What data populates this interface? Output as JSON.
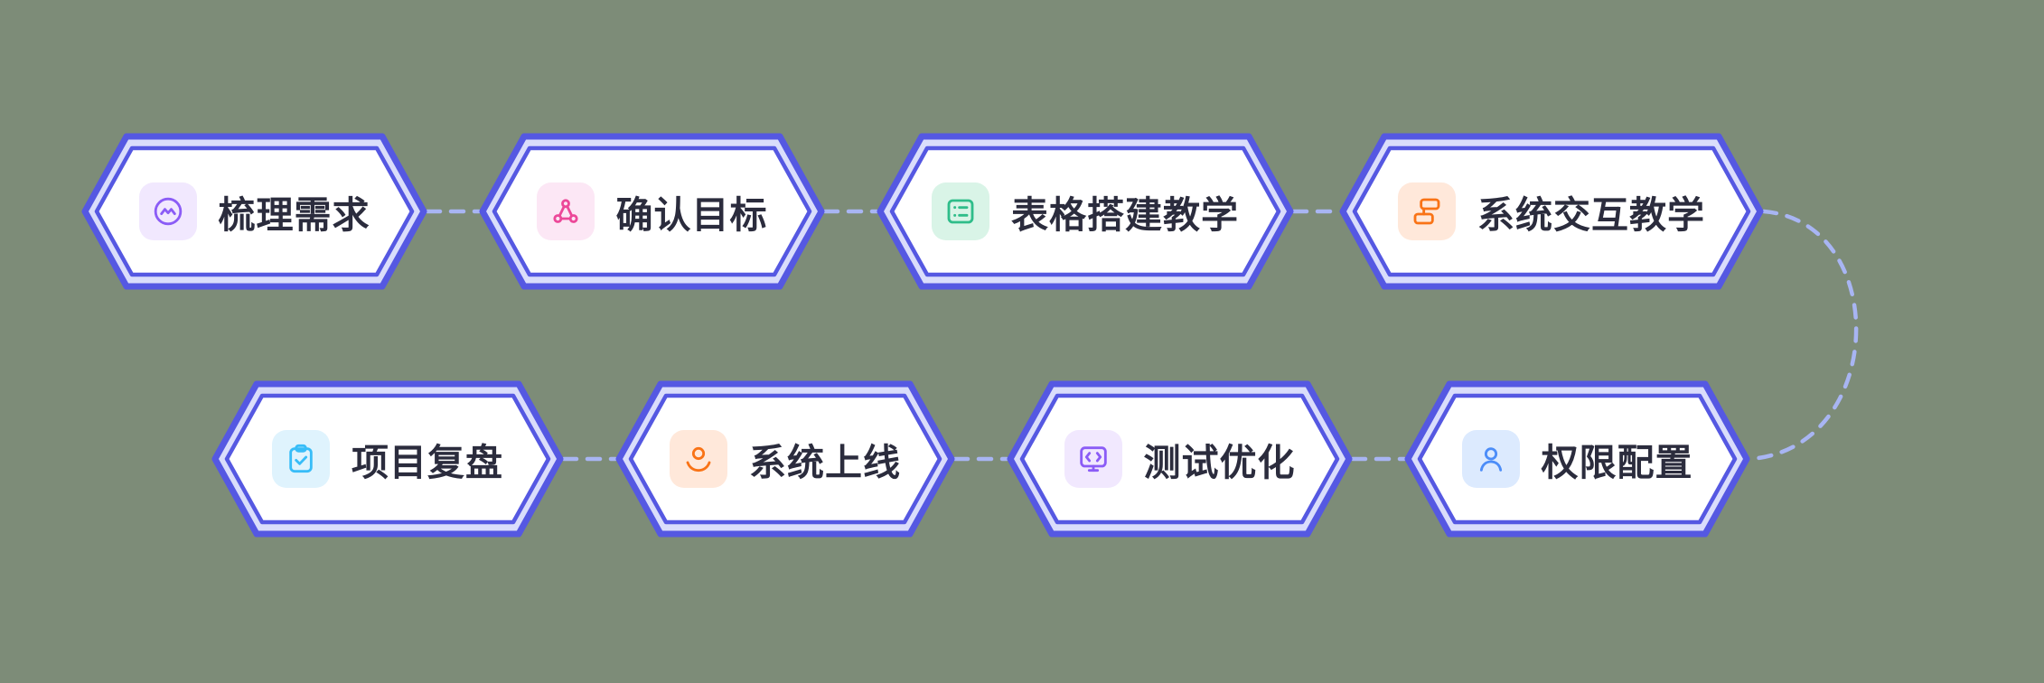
{
  "canvas": {
    "background": "#7d8c78"
  },
  "flow": {
    "style": {
      "border_color": "#5558e2",
      "band_color": "#daddfb",
      "node_fill": "#ffffff",
      "connector_color": "#a8b5f3",
      "text_color": "#2b2c3d"
    },
    "nodes": [
      {
        "id": "node-1",
        "label": "梳理需求",
        "icon": "pulse-circle-icon",
        "icon_color": "#8b5cf6",
        "icon_bg": "#f1e8fe"
      },
      {
        "id": "node-2",
        "label": "确认目标",
        "icon": "triangle-network-icon",
        "icon_color": "#ec4899",
        "icon_bg": "#fce7f5"
      },
      {
        "id": "node-3",
        "label": "表格搭建教学",
        "icon": "table-list-icon",
        "icon_color": "#2fbd8a",
        "icon_bg": "#d9f4e7"
      },
      {
        "id": "node-4",
        "label": "系统交互教学",
        "icon": "flow-cards-icon",
        "icon_color": "#f97316",
        "icon_bg": "#ffe8da"
      },
      {
        "id": "node-5",
        "label": "项目复盘",
        "icon": "clipboard-check-icon",
        "icon_color": "#38bdf8",
        "icon_bg": "#dff3fd"
      },
      {
        "id": "node-6",
        "label": "系统上线",
        "icon": "hand-holding-icon",
        "icon_color": "#f97316",
        "icon_bg": "#ffe8da"
      },
      {
        "id": "node-7",
        "label": "测试优化",
        "icon": "code-monitor-icon",
        "icon_color": "#8b5cf6",
        "icon_bg": "#f1e8fe"
      },
      {
        "id": "node-8",
        "label": "权限配置",
        "icon": "user-icon",
        "icon_color": "#4c8df8",
        "icon_bg": "#dceafe"
      }
    ]
  }
}
